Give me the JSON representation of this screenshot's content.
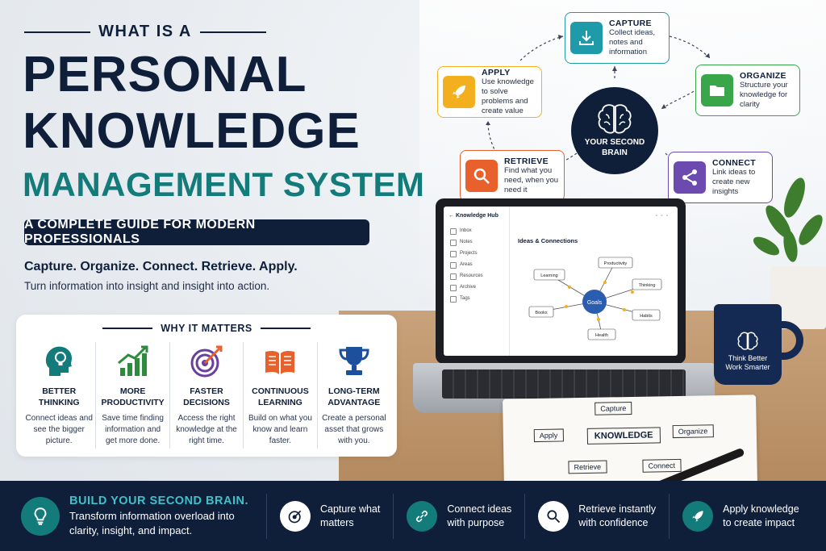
{
  "headline": {
    "kicker": "WHAT IS A",
    "line1": "PERSONAL",
    "line2": "KNOWLEDGE",
    "line3": "MANAGEMENT SYSTEM",
    "subtitle": "A COMPLETE GUIDE FOR MODERN PROFESSIONALS",
    "tagline": "Capture. Organize. Connect. Retrieve. Apply.",
    "description": "Turn information into insight and insight into action."
  },
  "why": {
    "title": "WHY IT MATTERS",
    "items": [
      {
        "title": "BETTER THINKING",
        "desc": "Connect ideas and see the bigger picture.",
        "icon": "head-lightbulb-icon",
        "color": "#137c7a"
      },
      {
        "title": "MORE PRODUCTIVITY",
        "desc": "Save time finding information and get more done.",
        "icon": "growth-chart-icon",
        "color": "#2e8b3d"
      },
      {
        "title": "FASTER DECISIONS",
        "desc": "Access the right knowledge at the right time.",
        "icon": "target-icon",
        "color": "#6a3fa0"
      },
      {
        "title": "CONTINUOUS LEARNING",
        "desc": "Build on what you know and learn faster.",
        "icon": "open-book-icon",
        "color": "#e8602c"
      },
      {
        "title": "LONG-TERM ADVANTAGE",
        "desc": "Create a personal asset that grows with you.",
        "icon": "trophy-icon",
        "color": "#1c4f9c"
      }
    ]
  },
  "cycle": {
    "center": "YOUR SECOND BRAIN",
    "capture": {
      "title": "CAPTURE",
      "desc": "Collect ideas, notes and information",
      "color": "#1e9aa8"
    },
    "organize": {
      "title": "ORGANIZE",
      "desc": "Structure your knowledge for clarity",
      "color": "#3aa64a"
    },
    "connect": {
      "title": "CONNECT",
      "desc": "Link ideas to create new insights",
      "color": "#6c4ab0"
    },
    "retrieve": {
      "title": "RETRIEVE",
      "desc": "Find what you need, when you need it",
      "color": "#e8602c"
    },
    "apply": {
      "title": "APPLY",
      "desc": "Use knowledge to solve problems and create value",
      "color": "#f2b01e"
    }
  },
  "laptop": {
    "app_title": "Knowledge Hub",
    "nav": [
      "Inbox",
      "Notes",
      "Projects",
      "Areas",
      "Resources",
      "Archive",
      "Tags"
    ],
    "map_title": "Ideas & Connections",
    "center_node": "Goals",
    "nodes": [
      "Learning",
      "Productivity",
      "Thinking",
      "Habits",
      "Health",
      "Books"
    ]
  },
  "mug": {
    "line1": "Think Better",
    "line2": "Work Smarter"
  },
  "notebook": {
    "center": "KNOWLEDGE",
    "capture": "Capture",
    "organize": "Organize",
    "connect": "Connect",
    "retrieve": "Retrieve",
    "apply": "Apply"
  },
  "footer": {
    "title": "BUILD YOUR SECOND BRAIN.",
    "desc": "Transform information overload into clarity, insight, and impact.",
    "items": [
      {
        "text1": "Capture what",
        "text2": "matters"
      },
      {
        "text1": "Connect ideas",
        "text2": "with purpose"
      },
      {
        "text1": "Retrieve instantly",
        "text2": "with confidence"
      },
      {
        "text1": "Apply knowledge",
        "text2": "to create impact"
      }
    ]
  }
}
